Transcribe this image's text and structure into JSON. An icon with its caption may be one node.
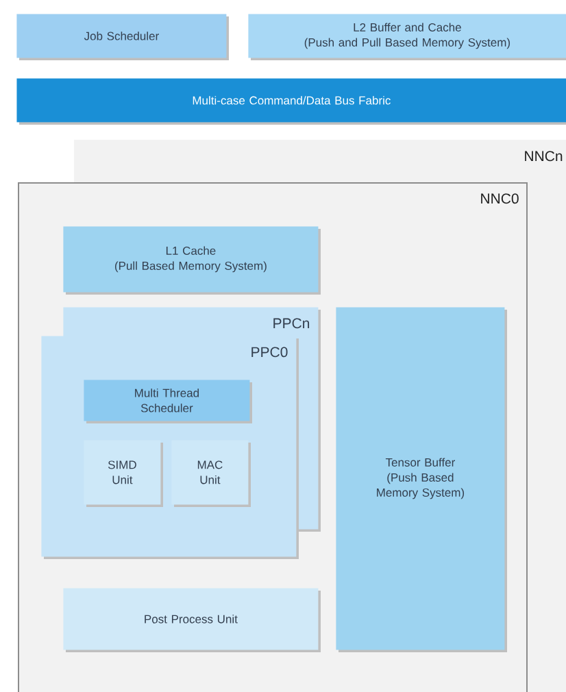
{
  "diagram": {
    "nodes": [
      {
        "text": [
          "Job Scheduler"
        ]
      },
      {
        "text": [
          "L2 Buffer and Cache",
          "(Push and Pull Based Memory System)"
        ]
      },
      {
        "text": [
          "Multi-case Command/Data Bus Fabric"
        ]
      },
      {
        "text": [
          "NNCn"
        ]
      },
      {
        "text": [
          "NNC0"
        ]
      },
      {
        "text": [
          "L1 Cache",
          "(Pull Based Memory System)"
        ],
        "in": 4
      },
      {
        "text": [
          "PPCn"
        ],
        "in": 4
      },
      {
        "text": [
          "PPC0"
        ],
        "in": 4
      },
      {
        "text": [
          "Multi Thread Scheduler"
        ],
        "in": 7
      },
      {
        "text": [
          "SIMD Unit"
        ],
        "in": 7
      },
      {
        "text": [
          "MAC Unit"
        ],
        "in": 7
      },
      {
        "text": [
          "Tensor Buffer",
          "(Push Based Memory System)"
        ],
        "in": 4
      },
      {
        "text": [
          "Post Process Unit"
        ],
        "in": 4
      }
    ]
  }
}
